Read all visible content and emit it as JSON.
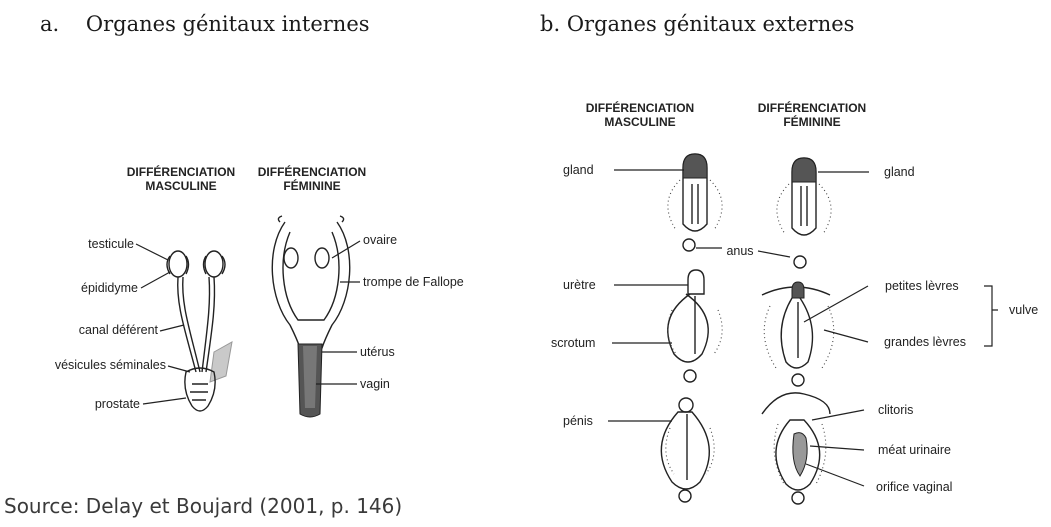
{
  "titles": {
    "a_letter": "a.",
    "a_text": "Organes génitaux internes",
    "b_letter": "b.",
    "b_text": "Organes génitaux externes"
  },
  "internal": {
    "male_header": [
      "DIFFÉRENCIATION",
      "MASCULINE"
    ],
    "female_header": [
      "DIFFÉRENCIATION",
      "FÉMININE"
    ],
    "male_labels": [
      "testicule",
      "épididyme",
      "canal déférent",
      "vésicules séminales",
      "prostate"
    ],
    "female_labels": [
      "ovaire",
      "trompe de Fallope",
      "utérus",
      "vagin"
    ]
  },
  "external": {
    "male_header": [
      "DIFFÉRENCIATION",
      "MASCULINE"
    ],
    "female_header": [
      "DIFFÉRENCIATION",
      "FÉMININE"
    ],
    "male_labels": [
      "gland",
      "urètre",
      "scrotum",
      "pénis"
    ],
    "shared_label": "anus",
    "female_labels": [
      "gland",
      "petites lèvres",
      "grandes lèvres",
      "clitoris",
      "méat urinaire",
      "orifice vaginal"
    ],
    "bracket_label": "vulve"
  },
  "source": "Source: Delay et Boujard (2001, p. 146)"
}
